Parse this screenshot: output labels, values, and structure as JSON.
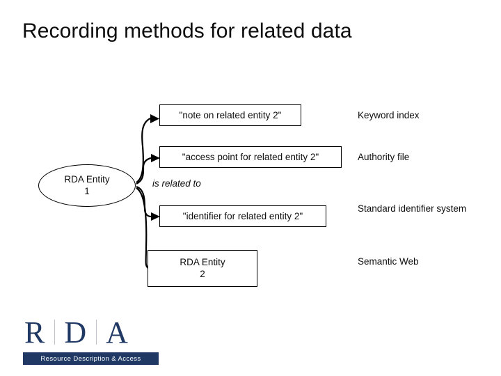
{
  "slide": {
    "title": "Recording methods for related data"
  },
  "diagram": {
    "entity1": {
      "line1": "RDA Entity",
      "line2": "1"
    },
    "relation_label": "is related to",
    "boxes": [
      {
        "label": "\"note on related entity 2\""
      },
      {
        "label": "\"access point for related entity 2\""
      },
      {
        "label": "\"identifier for related entity 2\""
      }
    ],
    "entity2": {
      "line1": "RDA Entity",
      "line2": "2"
    },
    "right_labels": [
      {
        "label": "Keyword index"
      },
      {
        "label": "Authority file"
      },
      {
        "label": "Standard identifier system"
      },
      {
        "label": "Semantic Web"
      }
    ]
  },
  "logo": {
    "letters": [
      "R",
      "D",
      "A"
    ],
    "tagline": "Resource Description & Access",
    "color": "#1f3864"
  }
}
